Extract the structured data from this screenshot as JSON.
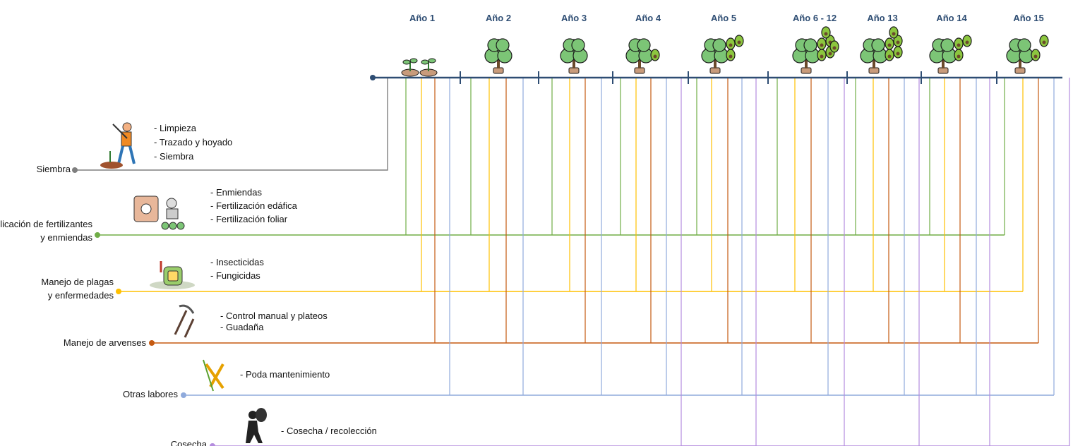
{
  "years": [
    {
      "id": "y1",
      "label": "Año 1"
    },
    {
      "id": "y2",
      "label": "Año 2"
    },
    {
      "id": "y3",
      "label": "Año 3"
    },
    {
      "id": "y4",
      "label": "Año 4"
    },
    {
      "id": "y5",
      "label": "Año 5"
    },
    {
      "id": "y6",
      "label": "Año 6 - 12"
    },
    {
      "id": "y13",
      "label": "Año 13"
    },
    {
      "id": "y14",
      "label": "Año 14"
    },
    {
      "id": "y15",
      "label": "Año 15"
    }
  ],
  "activities": [
    {
      "id": "siembra",
      "label": [
        "Siembra"
      ],
      "color": "#7f7f7f",
      "icon": "farmer-digging-icon",
      "tasks": [
        "- Limpieza",
        "- Trazado y hoyado",
        "- Siembra"
      ]
    },
    {
      "id": "fertilizantes",
      "label": [
        "Aplicación de fertilizantes",
        "y enmiendas"
      ],
      "color": "#70ad47",
      "icon": "fertilizer-sprayer-icon",
      "tasks": [
        "- Enmiendas",
        "- Fertilización edáfica",
        "- Fertilización foliar"
      ]
    },
    {
      "id": "plagas",
      "label": [
        "Manejo de plagas",
        "y enfermedades"
      ],
      "color": "#ffc000",
      "icon": "pesticide-sprayer-icon",
      "tasks": [
        "- Insecticidas",
        "- Fungicidas"
      ]
    },
    {
      "id": "arvenses",
      "label": [
        "Manejo de arvenses"
      ],
      "color": "#c55a11",
      "icon": "pickaxe-tools-icon",
      "tasks": [
        "- Control manual y plateos",
        "- Guadaña"
      ]
    },
    {
      "id": "otras",
      "label": [
        "Otras labores"
      ],
      "color": "#8faadc",
      "icon": "pruning-shears-icon",
      "tasks": [
        "- Poda mantenimiento"
      ]
    },
    {
      "id": "cosecha",
      "label": [
        "Cosecha"
      ],
      "color": "#b48cde",
      "icon": "harvester-carrying-sack-icon",
      "tasks": [
        "- Cosecha / recolección"
      ]
    }
  ],
  "colors": {
    "timeline": "#2e4d73",
    "tree_foliage": "#7cc576",
    "tree_outline": "#1a1a1a",
    "avocado": "#8cc63f",
    "pot": "#c89b7b"
  },
  "icons": [
    "seedling-icon",
    "avocado-tree-icon",
    "avocado-fruit-icon"
  ]
}
